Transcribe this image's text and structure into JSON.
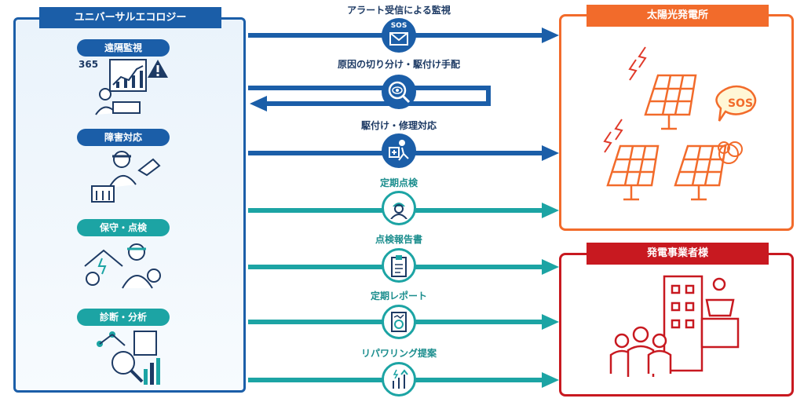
{
  "left": {
    "title": "ユニバーサルエコロジー",
    "sections": [
      {
        "label": "遠隔監視",
        "badge": "365"
      },
      {
        "label": "障害対応"
      },
      {
        "label": "保守・点検"
      },
      {
        "label": "診断・分析"
      }
    ]
  },
  "right_top": {
    "title": "太陽光発電所",
    "sos": "SOS"
  },
  "right_bottom": {
    "title": "発電事業者様"
  },
  "flows": [
    {
      "label": "アラート受信による監視",
      "icon": "sos-mail-icon",
      "sos": "SOS"
    },
    {
      "label": "原因の切り分け・駆付け手配",
      "icon": "magnifier-eye-icon"
    },
    {
      "label": "駆付け・修理対応",
      "icon": "running-doctor-icon"
    },
    {
      "label": "定期点検",
      "icon": "worker-icon"
    },
    {
      "label": "点検報告書",
      "icon": "clipboard-icon"
    },
    {
      "label": "定期レポート",
      "icon": "report-chart-icon"
    },
    {
      "label": "リパワリング提案",
      "icon": "repowering-icon"
    }
  ],
  "colors": {
    "blue": "#1b5ea8",
    "teal": "#1ca4a4",
    "orange": "#f26b2b",
    "red": "#c81920"
  }
}
